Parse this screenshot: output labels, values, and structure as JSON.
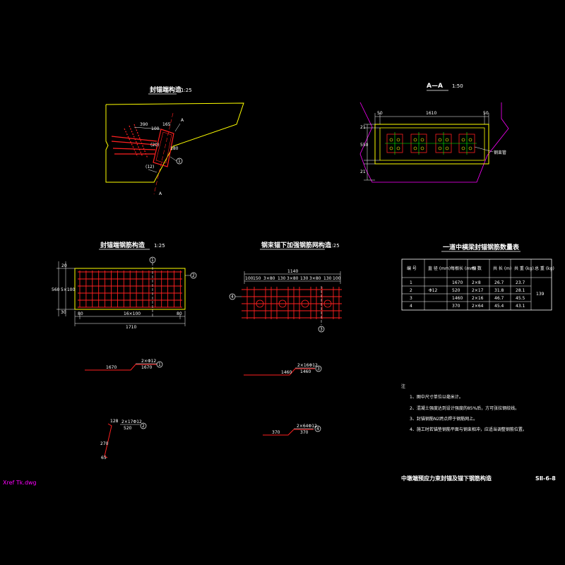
{
  "drawing": {
    "xref_label": "Xref Tk.dwg",
    "sheet_title": "中墩端预应力束封锚及锚下钢筋构造",
    "sheet_number": "SⅡ-6-8"
  },
  "views": {
    "v1": {
      "title": "封锚端构造",
      "scale": "1:25",
      "section_mark": "A",
      "dims": [
        "390",
        "100",
        "165",
        "180",
        "(12)",
        "(20)"
      ],
      "callout": "1"
    },
    "v2": {
      "title": "A—A",
      "scale": "1:50",
      "dims": [
        "50",
        "1610",
        "50",
        "21",
        "550",
        "21"
      ],
      "note": "钢束管"
    },
    "v3": {
      "title": "封锚端钢筋构造",
      "scale": "1:25",
      "dims_top": "20",
      "dims_left": [
        "560",
        "5×100",
        "30"
      ],
      "dims_bottom": [
        "80",
        "16×100",
        "80"
      ],
      "total": "1710",
      "callouts": [
        "1",
        "2"
      ]
    },
    "v4": {
      "title": "钢束锚下加强钢筋网构造",
      "scale": "1:25",
      "total": "1140",
      "dims": [
        "100",
        "150",
        "3×80",
        "130",
        "3×80",
        "130",
        "3×80",
        "130",
        "100"
      ],
      "callouts": [
        "4",
        "3"
      ]
    }
  },
  "bars": [
    {
      "id": "1",
      "spec": "2×Φ12",
      "len1": "1670",
      "len2": "1670"
    },
    {
      "id": "3",
      "spec": "2×16Φ12",
      "len1": "1460",
      "len2": "1460"
    },
    {
      "id": "2",
      "spec": "2×17Φ12",
      "len1": "520",
      "dims": [
        "128",
        "270",
        "65"
      ]
    },
    {
      "id": "4",
      "spec": "2×64Φ12",
      "len1": "370",
      "len2": "370"
    }
  ],
  "table": {
    "title": "一道中横梁封锚钢筋数量表",
    "headers": [
      "编 号",
      "直 径\n(mm)",
      "每根长\n(mm)",
      "根 数",
      "共 长\n(m)",
      "共 重\n(kg)",
      "总 重\n(kg)"
    ],
    "rows": [
      [
        "1",
        "",
        "1670",
        "2×8",
        "26.7",
        "23.7"
      ],
      [
        "2",
        "Φ12",
        "520",
        "2×17",
        "31.8",
        "28.1"
      ],
      [
        "3",
        "",
        "1460",
        "2×16",
        "46.7",
        "45.5"
      ],
      [
        "4",
        "",
        "370",
        "2×64",
        "45.4",
        "43.1"
      ]
    ],
    "total_weight": "139"
  },
  "notes": {
    "header": "注",
    "items": [
      "1、图中尺寸单位以毫米计。",
      "2、混凝土强度达到设计强度的85%后，方可张拉钢绞线。",
      "3、封锚钢筋N2跨点焊于钢筋网上。",
      "4、施工时若锚垫钢筋平面与钢束相冲，应适当调整钢筋位置。"
    ]
  }
}
